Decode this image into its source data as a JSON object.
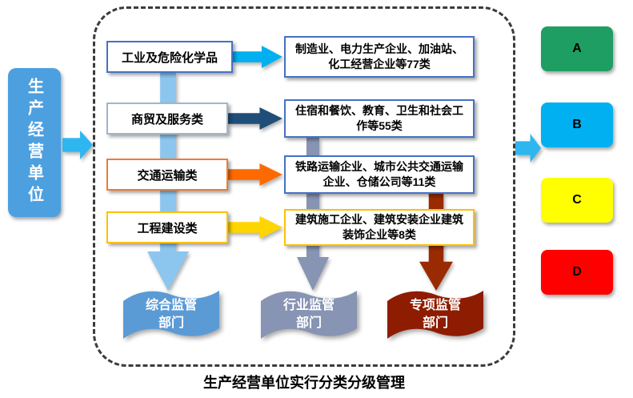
{
  "source": {
    "label": "生产经营单位",
    "color": "#4DA0E0"
  },
  "arrows": {
    "entry_color": "#2EB6F0",
    "exit_color": "#2EB6F0"
  },
  "panel": {
    "rows": [
      {
        "category": "工业及危险化学品",
        "category_border": "#4472C4",
        "arrow_color": "#00B0F0",
        "description": "制造业、电力生产企业、加油站、化工经营企业等77类",
        "description_border": "#4472C4"
      },
      {
        "category": "商贸及服务类",
        "category_border": "#A3B4CC",
        "arrow_color": "#1F4E79",
        "description": "住宿和餐饮、教育、卫生和社会工作等55类",
        "description_border": "#4472C4"
      },
      {
        "category": "交通运输类",
        "category_border": "#ED7D31",
        "arrow_color": "#FF6A00",
        "description": "铁路运输企业、城市公共交通运输企业、仓储公司等11类",
        "description_border": "#4472C4"
      },
      {
        "category": "工程建设类",
        "category_border": "#FFC000",
        "arrow_color": "#FFD500",
        "description": "建筑施工企业、建筑安装企业建筑装饰企业等8类",
        "description_border": "#FFC000"
      }
    ],
    "departments": [
      {
        "label": "综合监管部门",
        "color": "#5B9BD5",
        "arrow_color": "#8CC6EF"
      },
      {
        "label": "行业监管部门",
        "color": "#8794B3",
        "arrow_color": "#8794B3"
      },
      {
        "label": "专项监管部门",
        "color": "#8E1C00",
        "arrow_color": "#9A2B00"
      }
    ]
  },
  "grades": [
    {
      "label": "A",
      "color": "#1F9E63"
    },
    {
      "label": "B",
      "color": "#00B0F0"
    },
    {
      "label": "C",
      "color": "#FFFF00"
    },
    {
      "label": "D",
      "color": "#FF0000"
    }
  ],
  "caption": "生产经营单位实行分类分级管理"
}
